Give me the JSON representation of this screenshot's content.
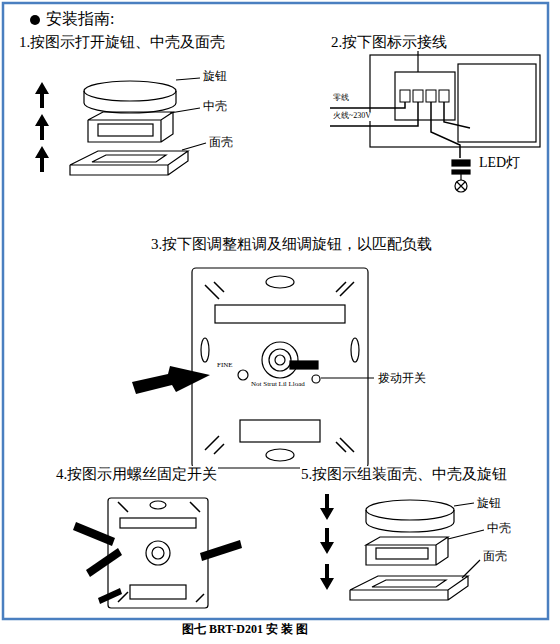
{
  "diagram": {
    "title": "安装指南:",
    "caption": "图七  BRT-D201 安 装 图",
    "labels": [
      "1.按图示打开旋钮、中壳及面壳",
      "旋钮",
      "中壳",
      "面壳",
      "2.按下图标示接线",
      "零线",
      "火线~230V",
      "LED灯",
      "3.按下图调整粗调及细调旋钮，以匹配负载",
      "FINE",
      "Not Strut Lil Lload",
      "拨动开关",
      "4.按图示用螺丝固定开关",
      "5.按图示组装面壳、中壳及旋钮",
      "旋钮",
      "中壳",
      "面壳"
    ]
  }
}
